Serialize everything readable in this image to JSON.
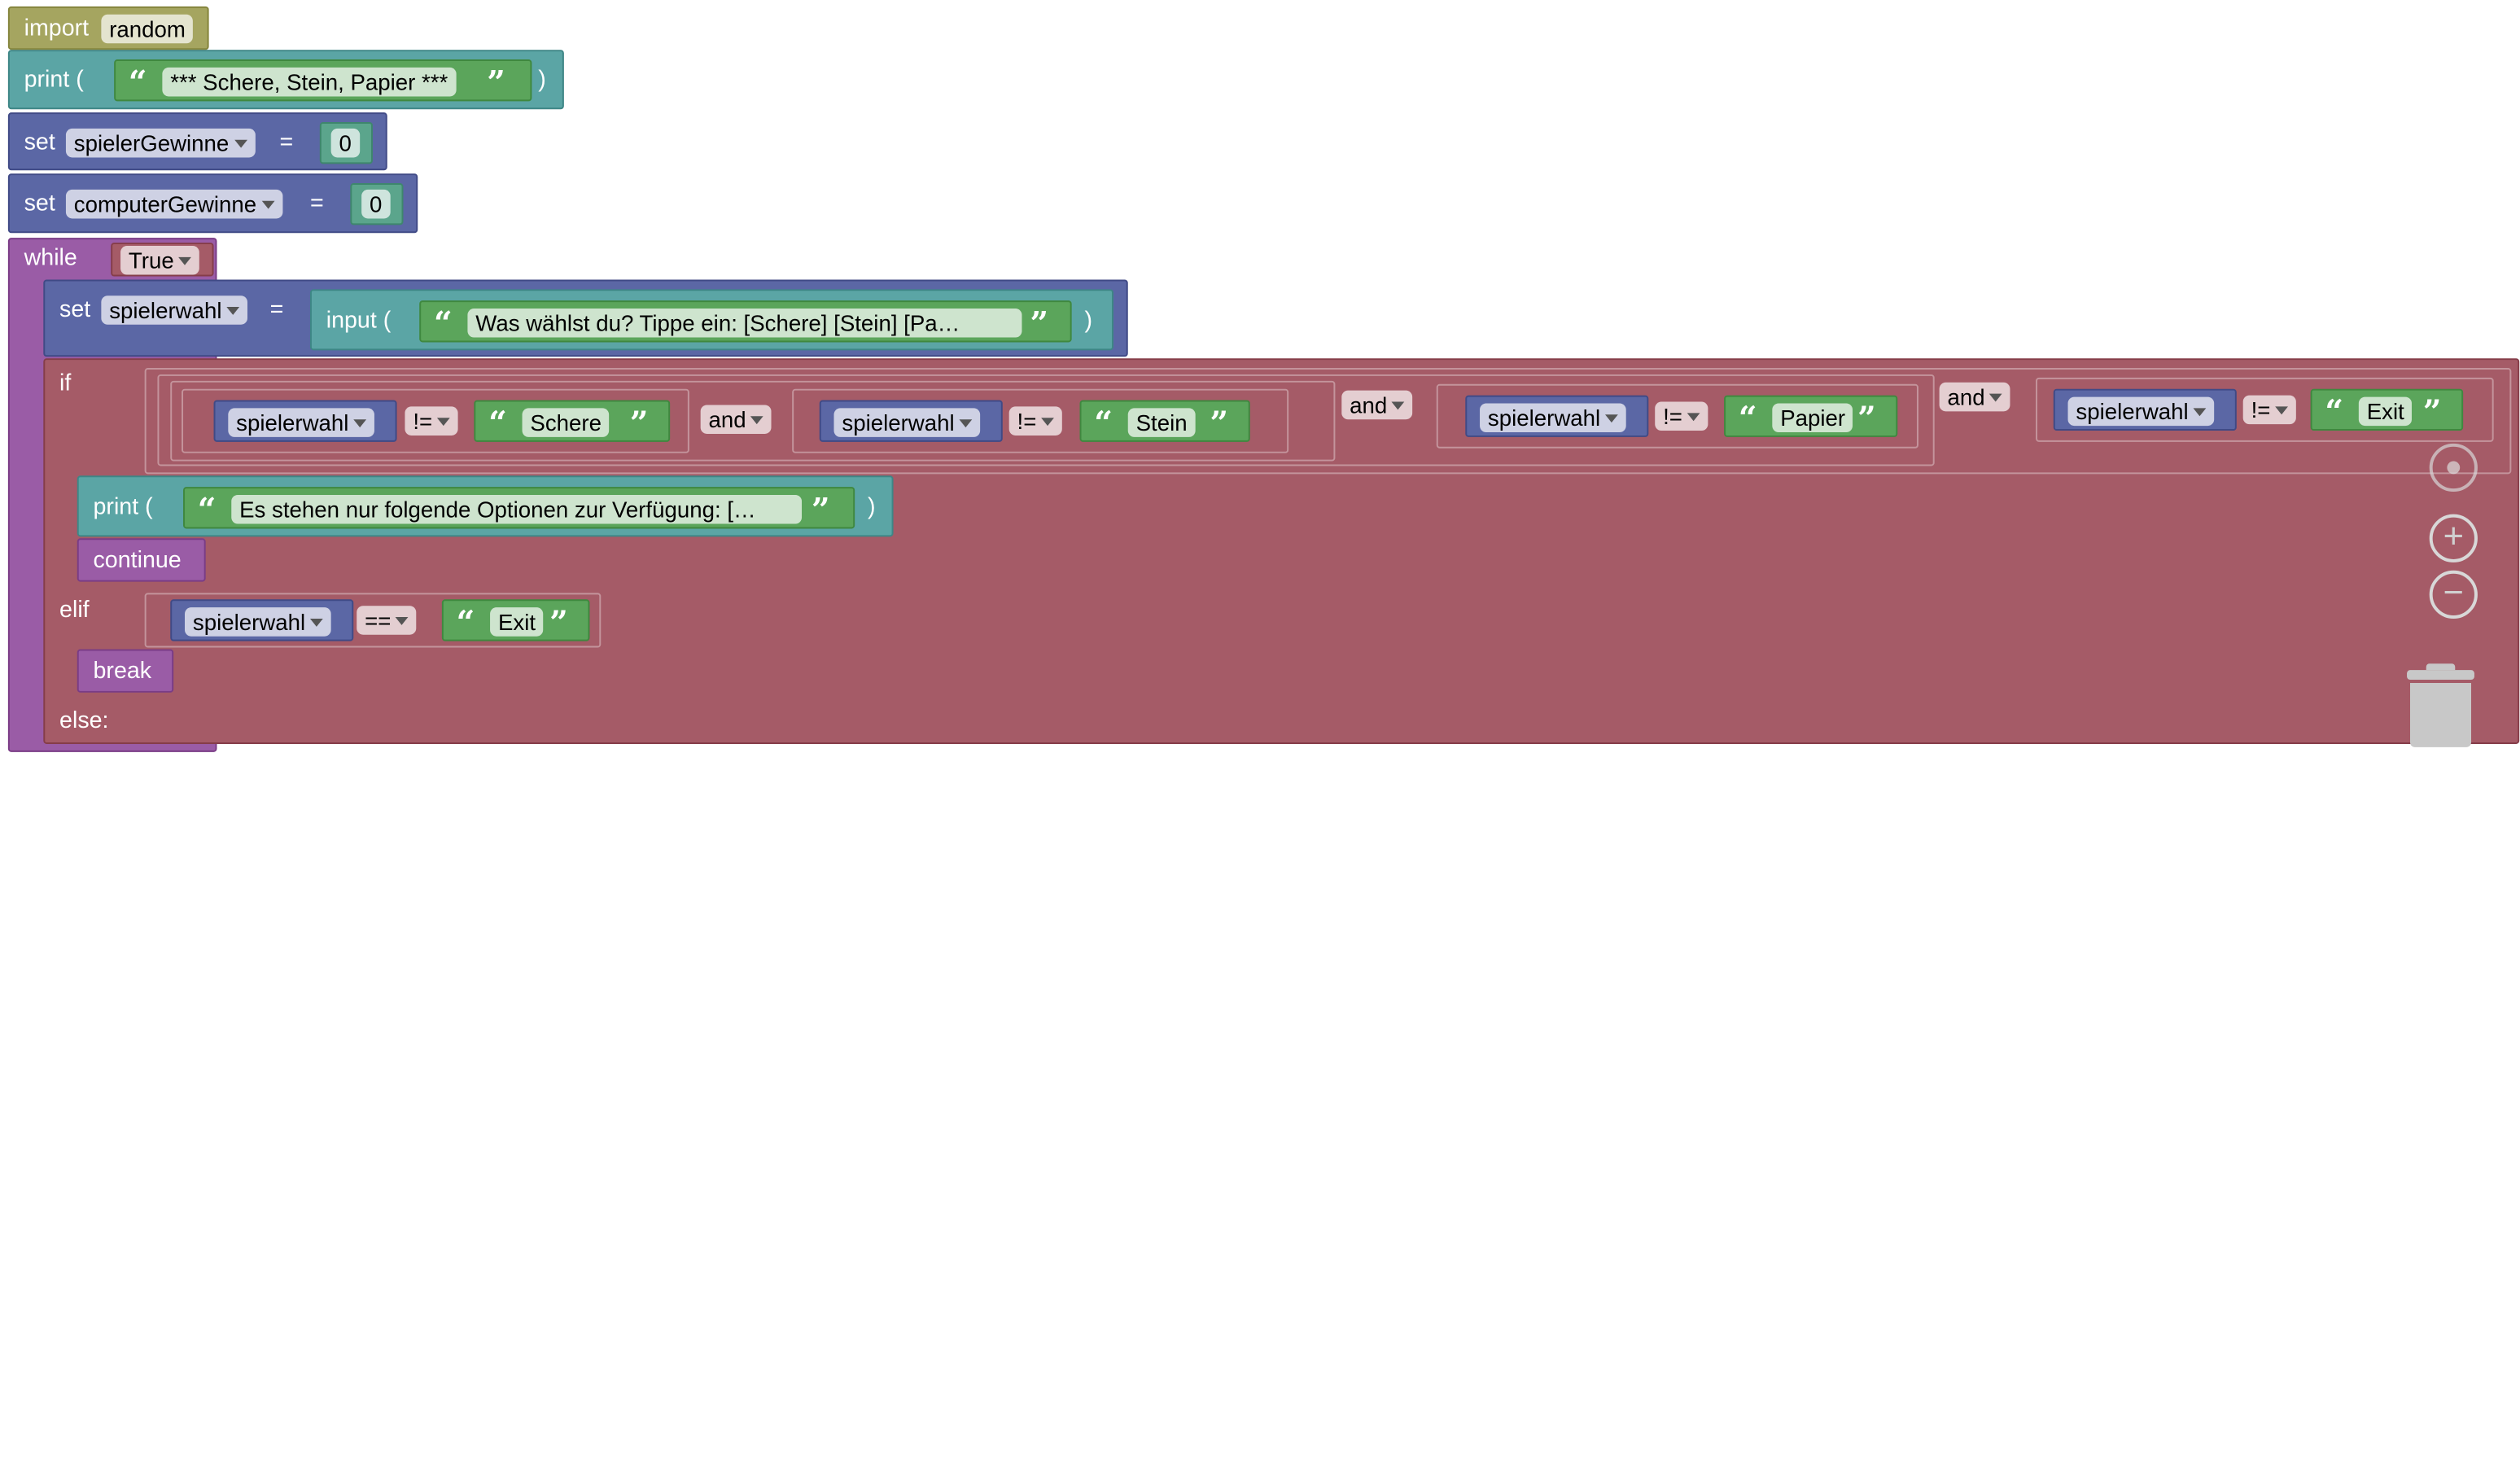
{
  "imp": {
    "kw": "import",
    "mod": "random"
  },
  "pr1": {
    "kw": "print (",
    "text": "*** Schere, Stein, Papier ***",
    "close": ")"
  },
  "set1": {
    "kw": "set",
    "var": "spielerGewinne",
    "eq": "=",
    "val": "0"
  },
  "set2": {
    "kw": "set",
    "var": "computerGewinne",
    "eq": "=",
    "val": "0"
  },
  "wh": {
    "kw": "while",
    "cond": "True"
  },
  "set3": {
    "kw": "set",
    "var": "spielerwahl",
    "eq": "=",
    "fn": "input (",
    "prompt": "Was wählst du? Tippe ein: [Schere]  [Stein]  [Pa…",
    "close": ")"
  },
  "iff": {
    "kw": "if",
    "and_ops": [
      "and",
      "and",
      "and"
    ],
    "c1": {
      "var": "spielerwahl",
      "op": "!=",
      "str": "Schere"
    },
    "c2": {
      "var": "spielerwahl",
      "op": "!=",
      "str": "Stein"
    },
    "c3": {
      "var": "spielerwahl",
      "op": "!=",
      "str": "Papier"
    },
    "c4": {
      "var": "spielerwahl",
      "op": "!=",
      "str": "Exit"
    }
  },
  "pr2": {
    "kw": "print (",
    "text": "Es stehen nur folgende Optionen zur Verfügung: […",
    "close": ")"
  },
  "cont": "continue",
  "elif": {
    "kw": "elif",
    "var": "spielerwahl",
    "op": "==",
    "str": "Exit"
  },
  "brk": "break",
  "els": "else:",
  "quote_open": "“",
  "quote_close": "”",
  "controls": {
    "recenter": "recenter-icon",
    "zoom_in": "+",
    "zoom_out": "−",
    "trash": "trash-icon"
  },
  "colors": {
    "import": "#a5a560",
    "variables": "#5b67a5",
    "text": "#5ba55b",
    "functions": "#5ba5a5",
    "logic": "#a55b67",
    "loops": "#9a5ca6"
  }
}
